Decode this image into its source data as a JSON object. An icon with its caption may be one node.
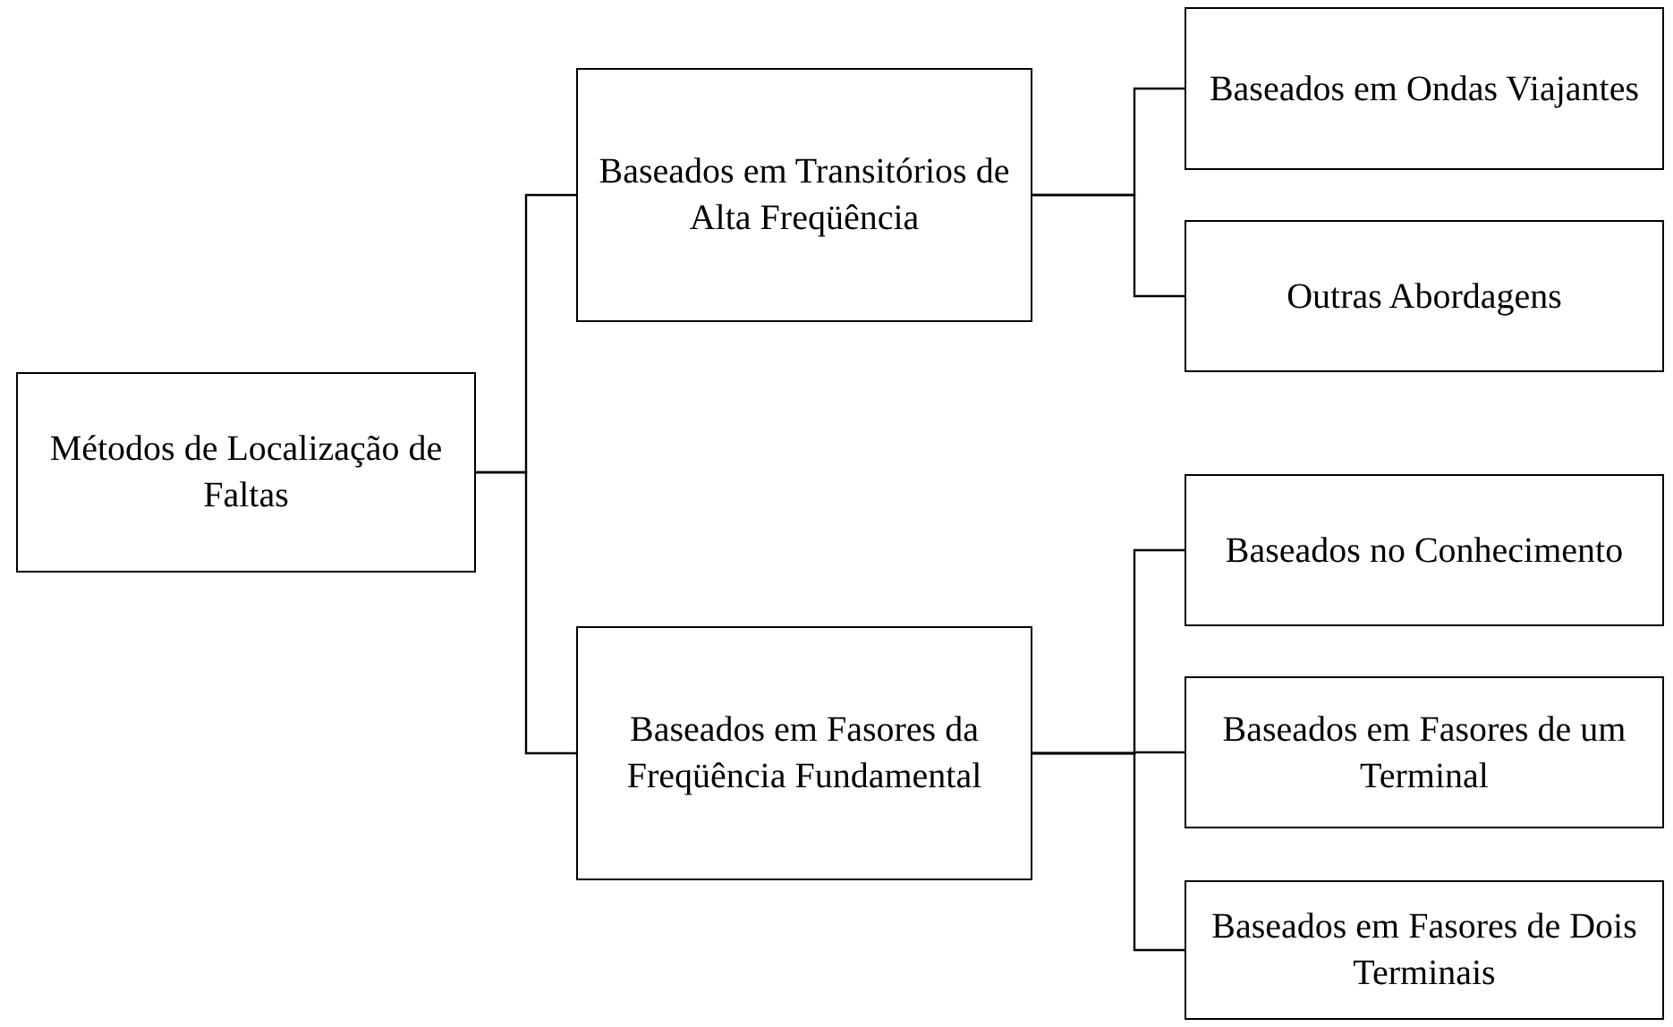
{
  "diagram": {
    "nodes": [
      {
        "text": [
          "Métodos de Localização de Faltas"
        ]
      },
      {
        "text": [
          "Baseados em Transitórios de Alta Freqüência"
        ]
      },
      {
        "text": [
          "Baseados em Fasores da Freqüência Fundamental"
        ]
      },
      {
        "text": [
          "Baseados em Ondas Viajantes"
        ]
      },
      {
        "text": [
          "Outras Abordagens"
        ]
      },
      {
        "text": [
          "Baseados no Conhecimento"
        ]
      },
      {
        "text": [
          "Baseados em Fasores de um Terminal"
        ]
      },
      {
        "text": [
          "Baseados em Fasores de Dois Terminais"
        ]
      }
    ],
    "edges": [
      {
        "from": 0,
        "to": 1,
        "arrow": "none"
      },
      {
        "from": 0,
        "to": 2,
        "arrow": "none"
      },
      {
        "from": 1,
        "to": 3,
        "arrow": "none"
      },
      {
        "from": 1,
        "to": 4,
        "arrow": "none"
      },
      {
        "from": 2,
        "to": 5,
        "arrow": "none"
      },
      {
        "from": 2,
        "to": 6,
        "arrow": "none"
      },
      {
        "from": 2,
        "to": 7,
        "arrow": "none"
      }
    ]
  }
}
